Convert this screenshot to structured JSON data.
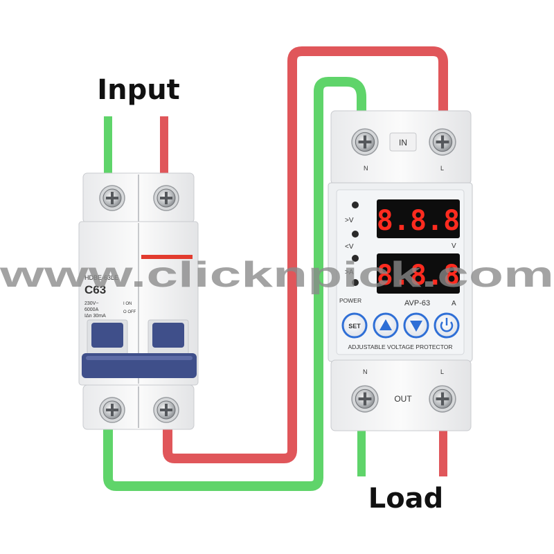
{
  "labels": {
    "input": "Input",
    "load": "Load",
    "watermark": "www.clicknpick.com"
  },
  "breaker": {
    "model": "HDBE-63LE",
    "rating": "C63",
    "spec_line1": "230V~",
    "spec_line2": "6000A",
    "spec_line3": "IΔn 30mA",
    "on_label": "I ON",
    "off_label": "O OFF"
  },
  "protector": {
    "in_label": "IN",
    "out_label": "OUT",
    "terminal_n": "N",
    "terminal_l": "L",
    "indicator_over_v": ">V",
    "indicator_under_v": "<V",
    "indicator_a": ">A",
    "indicator_power": "POWER",
    "display_top": "8.8.8",
    "display_bottom": "8.8.8",
    "unit_v": "V",
    "unit_a": "A",
    "model": "AVP-63",
    "btn_set": "SET",
    "caption": "ADJUSTABLE VOLTAGE PROTECTOR"
  },
  "colors": {
    "neutral_wire": "#5fd46a",
    "neutral_wire_edge": "#3cae48",
    "live_wire": "#e0565a",
    "live_wire_edge": "#b93a3e",
    "button_blue": "#2f6fd6",
    "breaker_handle": "#3f4f8a",
    "display_red": "#ff2b1f"
  },
  "icons": [
    "screw-terminal-icon",
    "arrow-up-icon",
    "arrow-down-icon",
    "power-icon"
  ]
}
